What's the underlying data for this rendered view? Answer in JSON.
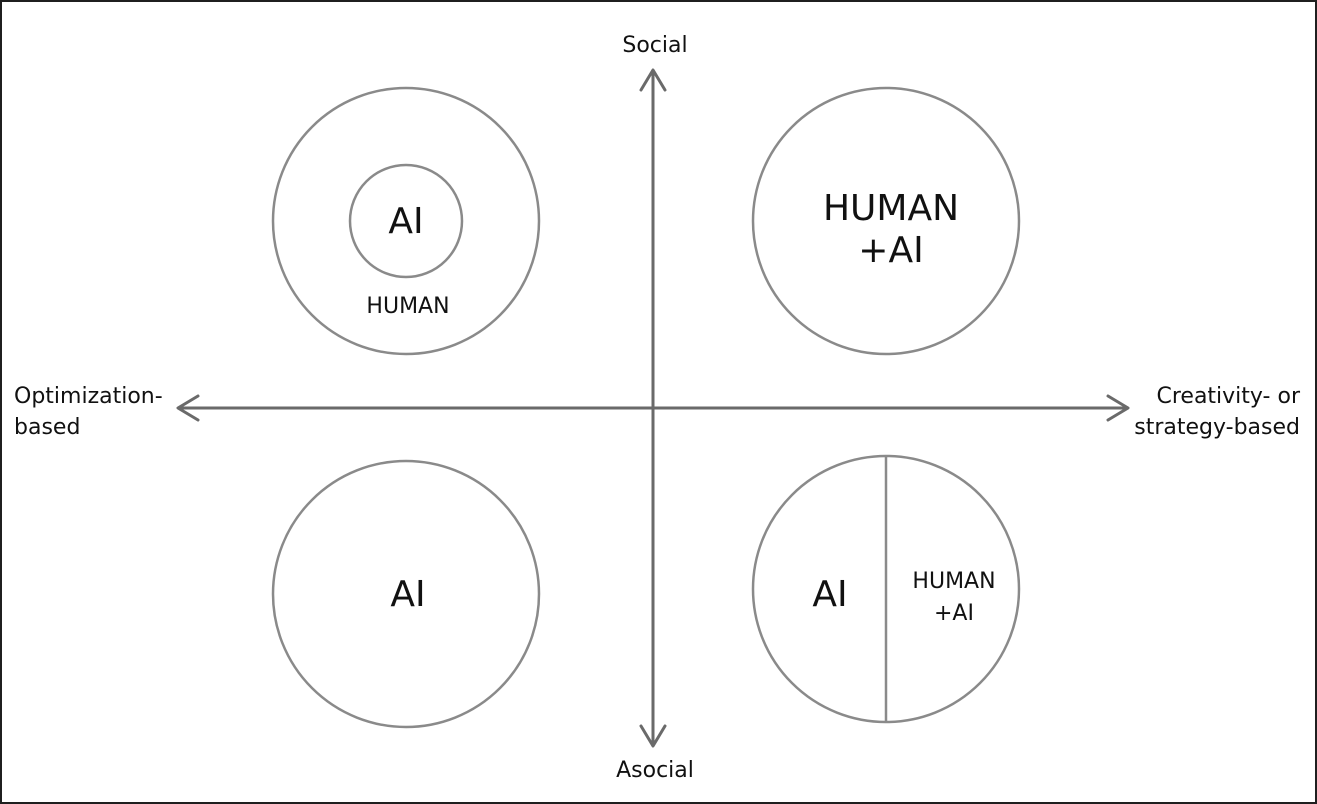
{
  "axes": {
    "top": "Social",
    "bottom": "Asocial",
    "left_line1": "Optimization-",
    "left_line2": "based",
    "right_line1": "Creativity- or",
    "right_line2": "strategy-based"
  },
  "quadrants": {
    "top_left": {
      "inner_label": "AI",
      "outer_label": "HUMAN"
    },
    "top_right": {
      "line1": "HUMAN",
      "line2": "+AI"
    },
    "bottom_left": {
      "label": "AI"
    },
    "bottom_right": {
      "left_label": "AI",
      "right_line1": "HUMAN",
      "right_line2": "+AI"
    }
  }
}
